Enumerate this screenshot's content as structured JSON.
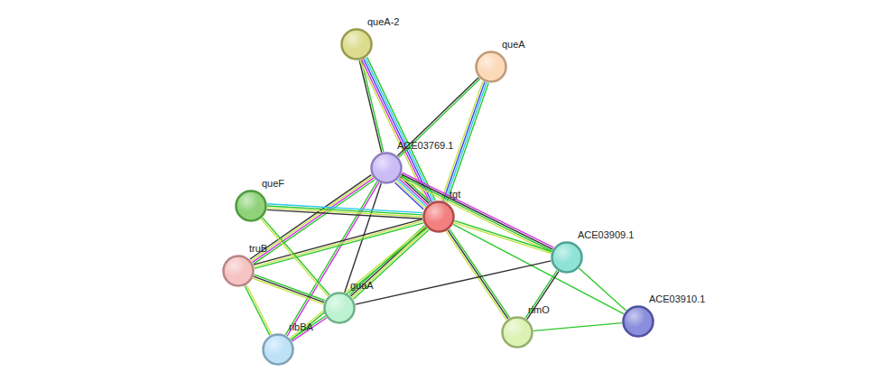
{
  "diagram": {
    "nodes": [
      {
        "text": [
          "queA-2"
        ]
      },
      {
        "text": [
          "queA"
        ]
      },
      {
        "text": [
          "ACE03769.1"
        ]
      },
      {
        "text": [
          "queF"
        ]
      },
      {
        "text": [
          "tgt"
        ]
      },
      {
        "text": [
          "truB"
        ]
      },
      {
        "text": [
          "ACE03909.1"
        ]
      },
      {
        "text": [
          "guaA"
        ]
      },
      {
        "text": [
          "ACE03910.1"
        ]
      },
      {
        "text": [
          "rimO"
        ]
      },
      {
        "text": [
          "ribBA"
        ]
      }
    ],
    "edges": [
      {
        "from": 0,
        "to": 2,
        "arrow": "none"
      },
      {
        "from": 0,
        "to": 4,
        "arrow": "none"
      },
      {
        "from": 1,
        "to": 2,
        "arrow": "none"
      },
      {
        "from": 1,
        "to": 4,
        "arrow": "none"
      },
      {
        "from": 2,
        "to": 4,
        "arrow": "none"
      },
      {
        "from": 2,
        "to": 5,
        "arrow": "none"
      },
      {
        "from": 2,
        "to": 7,
        "arrow": "none"
      },
      {
        "from": 2,
        "to": 10,
        "arrow": "none"
      },
      {
        "from": 2,
        "to": 6,
        "arrow": "none"
      },
      {
        "from": 3,
        "to": 4,
        "arrow": "none"
      },
      {
        "from": 4,
        "to": 5,
        "arrow": "none"
      },
      {
        "from": 4,
        "to": 7,
        "arrow": "none"
      },
      {
        "from": 4,
        "to": 10,
        "arrow": "none"
      },
      {
        "from": 4,
        "to": 6,
        "arrow": "none"
      },
      {
        "from": 4,
        "to": 9,
        "arrow": "none"
      },
      {
        "from": 4,
        "to": 8,
        "arrow": "none"
      },
      {
        "from": 3,
        "to": 7,
        "arrow": "none"
      },
      {
        "from": 5,
        "to": 7,
        "arrow": "none"
      },
      {
        "from": 5,
        "to": 10,
        "arrow": "none"
      },
      {
        "from": 7,
        "to": 6,
        "arrow": "none"
      },
      {
        "from": 6,
        "to": 9,
        "arrow": "none"
      },
      {
        "from": 6,
        "to": 8,
        "arrow": "none"
      },
      {
        "from": 9,
        "to": 8,
        "arrow": "none"
      },
      {
        "from": 7,
        "to": 10,
        "arrow": "none"
      }
    ]
  }
}
